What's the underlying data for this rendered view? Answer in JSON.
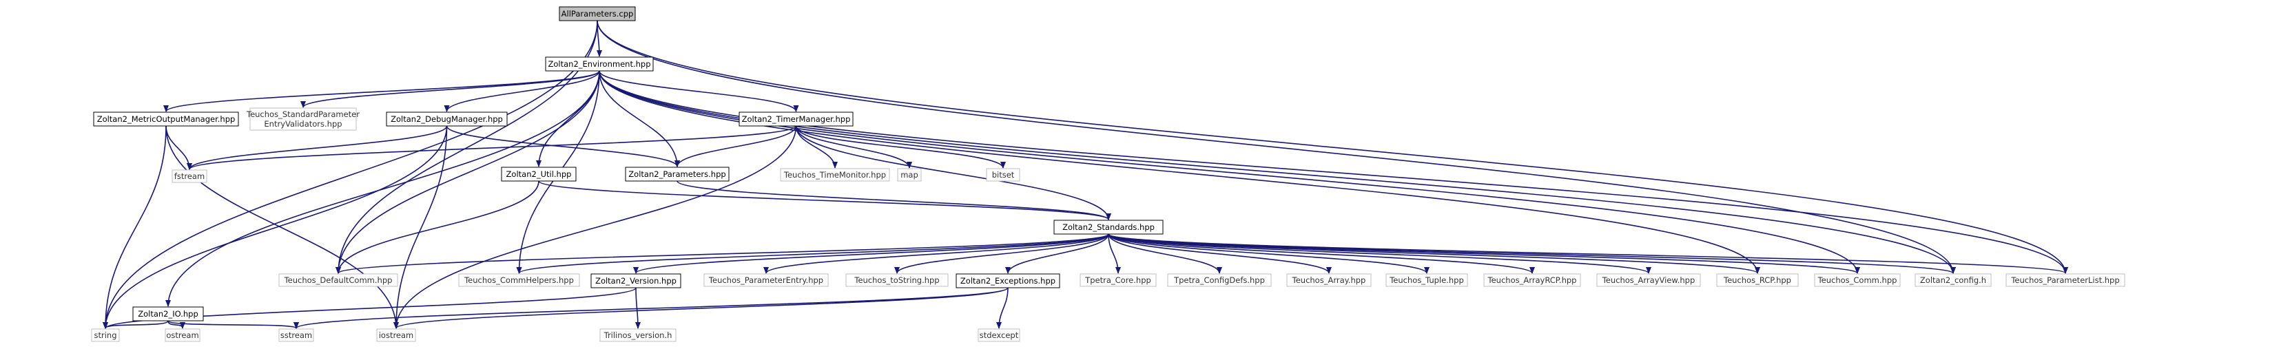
{
  "diagram": {
    "colors": {
      "edge": "#191970",
      "root_fill": "#bfbfbf",
      "box_stroke": "#000000",
      "external_stroke": "#bfbfbf",
      "background": "#ffffff"
    },
    "nodes": [
      {
        "id": "allparams",
        "label": "AllParameters.cpp",
        "kind": "root"
      },
      {
        "id": "env",
        "label": "Zoltan2_Environment.hpp",
        "kind": "documented"
      },
      {
        "id": "metric",
        "label": "Zoltan2_MetricOutputManager.hpp",
        "kind": "documented"
      },
      {
        "id": "validators",
        "label": "Teuchos_StandardParameter EntryValidators.hpp",
        "kind": "external"
      },
      {
        "id": "debug",
        "label": "Zoltan2_DebugManager.hpp",
        "kind": "documented"
      },
      {
        "id": "timer",
        "label": "Zoltan2_TimerManager.hpp",
        "kind": "documented"
      },
      {
        "id": "fstream",
        "label": "fstream",
        "kind": "external"
      },
      {
        "id": "util",
        "label": "Zoltan2_Util.hpp",
        "kind": "documented"
      },
      {
        "id": "params",
        "label": "Zoltan2_Parameters.hpp",
        "kind": "documented"
      },
      {
        "id": "timemon",
        "label": "Teuchos_TimeMonitor.hpp",
        "kind": "external"
      },
      {
        "id": "map",
        "label": "map",
        "kind": "external"
      },
      {
        "id": "bitset",
        "label": "bitset",
        "kind": "external"
      },
      {
        "id": "standards",
        "label": "Zoltan2_Standards.hpp",
        "kind": "documented"
      },
      {
        "id": "defcomm",
        "label": "Teuchos_DefaultComm.hpp",
        "kind": "external"
      },
      {
        "id": "commhelpers",
        "label": "Teuchos_CommHelpers.hpp",
        "kind": "external"
      },
      {
        "id": "version",
        "label": "Zoltan2_Version.hpp",
        "kind": "documented"
      },
      {
        "id": "paramentry",
        "label": "Teuchos_ParameterEntry.hpp",
        "kind": "external"
      },
      {
        "id": "tostring",
        "label": "Teuchos_toString.hpp",
        "kind": "external"
      },
      {
        "id": "exceptions",
        "label": "Zoltan2_Exceptions.hpp",
        "kind": "documented"
      },
      {
        "id": "tpetracore",
        "label": "Tpetra_Core.hpp",
        "kind": "external"
      },
      {
        "id": "tpetraconfig",
        "label": "Tpetra_ConfigDefs.hpp",
        "kind": "external"
      },
      {
        "id": "array",
        "label": "Teuchos_Array.hpp",
        "kind": "external"
      },
      {
        "id": "tuple",
        "label": "Teuchos_Tuple.hpp",
        "kind": "external"
      },
      {
        "id": "arrayrcp",
        "label": "Teuchos_ArrayRCP.hpp",
        "kind": "external"
      },
      {
        "id": "arrayview",
        "label": "Teuchos_ArrayView.hpp",
        "kind": "external"
      },
      {
        "id": "rcp",
        "label": "Teuchos_RCP.hpp",
        "kind": "external"
      },
      {
        "id": "comm",
        "label": "Teuchos_Comm.hpp",
        "kind": "external"
      },
      {
        "id": "config",
        "label": "Zoltan2_config.h",
        "kind": "external"
      },
      {
        "id": "paramlist",
        "label": "Teuchos_ParameterList.hpp",
        "kind": "external"
      },
      {
        "id": "io",
        "label": "Zoltan2_IO.hpp",
        "kind": "documented"
      },
      {
        "id": "string",
        "label": "string",
        "kind": "external"
      },
      {
        "id": "ostream",
        "label": "ostream",
        "kind": "external"
      },
      {
        "id": "sstream",
        "label": "sstream",
        "kind": "external"
      },
      {
        "id": "iostream",
        "label": "iostream",
        "kind": "external"
      },
      {
        "id": "trilinos",
        "label": "Trilinos_version.h",
        "kind": "external"
      },
      {
        "id": "stdexcept",
        "label": "stdexcept",
        "kind": "external"
      }
    ],
    "edges": [
      [
        "allparams",
        "env"
      ],
      [
        "allparams",
        "string"
      ],
      [
        "allparams",
        "defcomm"
      ],
      [
        "allparams",
        "config"
      ],
      [
        "allparams",
        "paramlist"
      ],
      [
        "env",
        "metric"
      ],
      [
        "env",
        "validators"
      ],
      [
        "env",
        "debug"
      ],
      [
        "env",
        "timer"
      ],
      [
        "env",
        "util"
      ],
      [
        "env",
        "params"
      ],
      [
        "env",
        "io"
      ],
      [
        "env",
        "defcomm"
      ],
      [
        "env",
        "commhelpers"
      ],
      [
        "env",
        "rcp"
      ],
      [
        "env",
        "comm"
      ],
      [
        "env",
        "config"
      ],
      [
        "env",
        "paramlist"
      ],
      [
        "metric",
        "fstream"
      ],
      [
        "metric",
        "string"
      ],
      [
        "metric",
        "iostream"
      ],
      [
        "debug",
        "fstream"
      ],
      [
        "debug",
        "params"
      ],
      [
        "debug",
        "string"
      ],
      [
        "debug",
        "iostream"
      ],
      [
        "timer",
        "fstream"
      ],
      [
        "timer",
        "params"
      ],
      [
        "timer",
        "timemon"
      ],
      [
        "timer",
        "map"
      ],
      [
        "timer",
        "bitset"
      ],
      [
        "timer",
        "standards"
      ],
      [
        "timer",
        "iostream"
      ],
      [
        "util",
        "standards"
      ],
      [
        "util",
        "defcomm"
      ],
      [
        "params",
        "standards"
      ],
      [
        "standards",
        "defcomm"
      ],
      [
        "standards",
        "commhelpers"
      ],
      [
        "standards",
        "version"
      ],
      [
        "standards",
        "paramentry"
      ],
      [
        "standards",
        "tostring"
      ],
      [
        "standards",
        "exceptions"
      ],
      [
        "standards",
        "tpetracore"
      ],
      [
        "standards",
        "tpetraconfig"
      ],
      [
        "standards",
        "array"
      ],
      [
        "standards",
        "tuple"
      ],
      [
        "standards",
        "arrayrcp"
      ],
      [
        "standards",
        "arrayview"
      ],
      [
        "standards",
        "rcp"
      ],
      [
        "standards",
        "comm"
      ],
      [
        "standards",
        "config"
      ],
      [
        "standards",
        "paramlist"
      ],
      [
        "io",
        "string"
      ],
      [
        "io",
        "ostream"
      ],
      [
        "io",
        "sstream"
      ],
      [
        "version",
        "string"
      ],
      [
        "version",
        "trilinos"
      ],
      [
        "exceptions",
        "sstream"
      ],
      [
        "exceptions",
        "iostream"
      ],
      [
        "exceptions",
        "stdexcept"
      ]
    ]
  }
}
